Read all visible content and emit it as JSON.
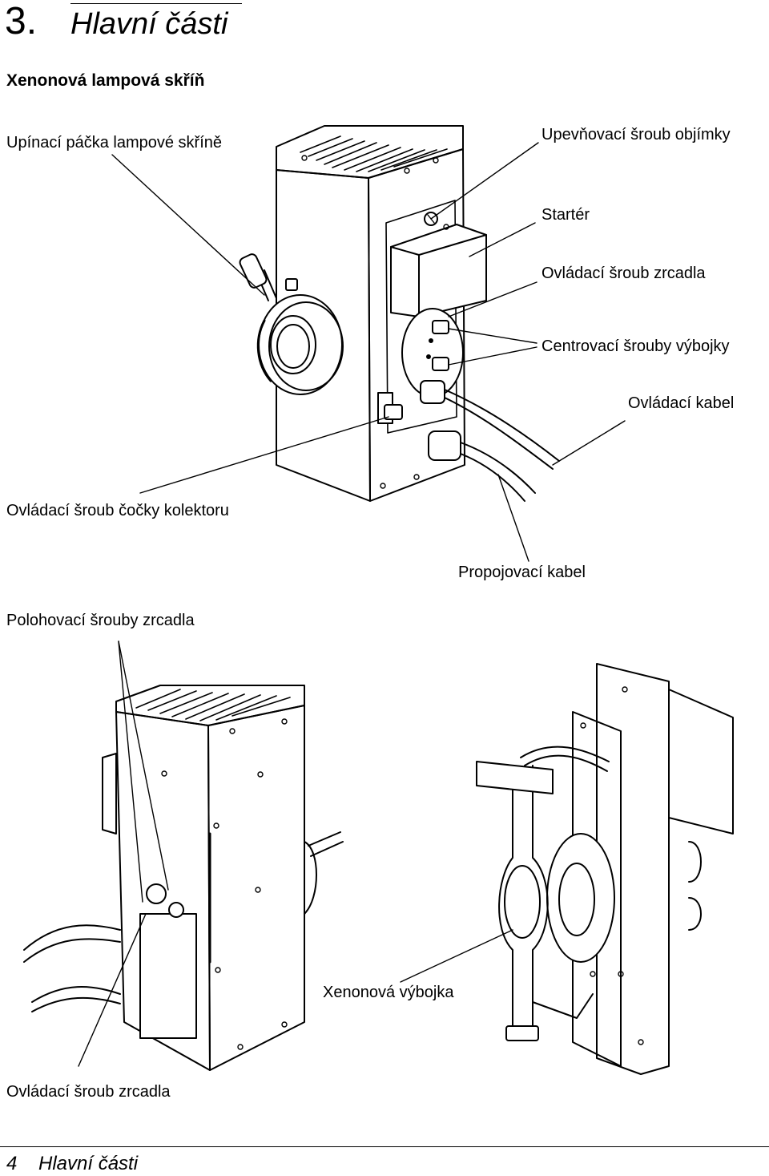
{
  "header": {
    "number": "3.",
    "title": "Hlavní části"
  },
  "section": {
    "subtitle": "Xenonová lampová skříň"
  },
  "labels": {
    "clamp_lever": "Upínací páčka lampové skříně",
    "socket_screw": "Upevňovací šroub objímky",
    "starter": "Startér",
    "mirror_control_screw_top": "Ovládací šroub zrcadla",
    "centering_screws": "Centrovací šrouby výbojky",
    "control_cable": "Ovládací kabel",
    "collector_screw": "Ovládací šroub čočky kolektoru",
    "connecting_cable": "Propojovací kabel",
    "mirror_position_screws": "Polohovací šrouby zrcadla",
    "xenon_lamp": "Xenonová výbojka",
    "mirror_control_screw_bottom": "Ovládací šroub zrcadla"
  },
  "footer": {
    "page": "4",
    "title": "Hlavní části"
  }
}
